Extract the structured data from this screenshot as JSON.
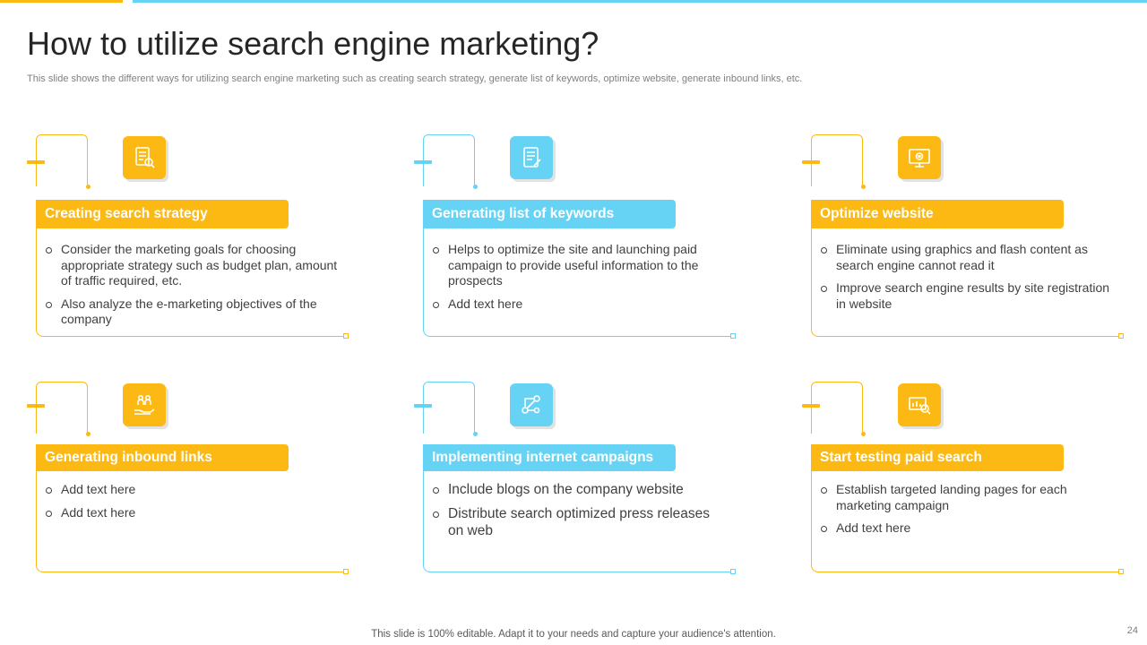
{
  "slide": {
    "title": "How to utilize search engine marketing?",
    "subtitle": "This slide shows the different ways for utilizing search engine marketing such as creating search strategy, generate list of keywords, optimize website, generate inbound links, etc.",
    "footer": "This slide is 100% editable. Adapt it to your needs and capture your audience's attention.",
    "page_number": "24"
  },
  "colors": {
    "yellow": "#FDB913",
    "blue": "#66D3F5",
    "title_text": "#262626",
    "body_text": "#404040"
  },
  "cards": [
    {
      "heading": "Creating search strategy",
      "icon": "strategy-document-icon",
      "bullets": [
        "Consider the marketing goals for choosing appropriate strategy such as budget plan, amount of traffic required, etc.",
        "Also analyze the e-marketing objectives of the company"
      ]
    },
    {
      "heading": "Generating list of keywords",
      "icon": "keyword-list-icon",
      "bullets": [
        "Helps to optimize the site and launching paid campaign to provide useful information to the prospects",
        "Add text here"
      ]
    },
    {
      "heading": "Optimize website",
      "icon": "website-settings-icon",
      "bullets": [
        "Eliminate using graphics and flash content as search engine cannot read it",
        "Improve search engine results by site registration in website"
      ]
    },
    {
      "heading": "Generating inbound links",
      "icon": "hand-people-icon",
      "bullets": [
        "Add text here",
        "Add text here"
      ]
    },
    {
      "heading": "Implementing internet campaigns",
      "icon": "network-nodes-icon",
      "bullets": [
        "Include  blogs on the company website",
        "Distribute search optimized press releases on web"
      ]
    },
    {
      "heading": "Start testing paid search",
      "icon": "search-analytics-icon",
      "bullets": [
        "Establish targeted landing pages for each marketing campaign",
        "Add text here"
      ]
    }
  ]
}
